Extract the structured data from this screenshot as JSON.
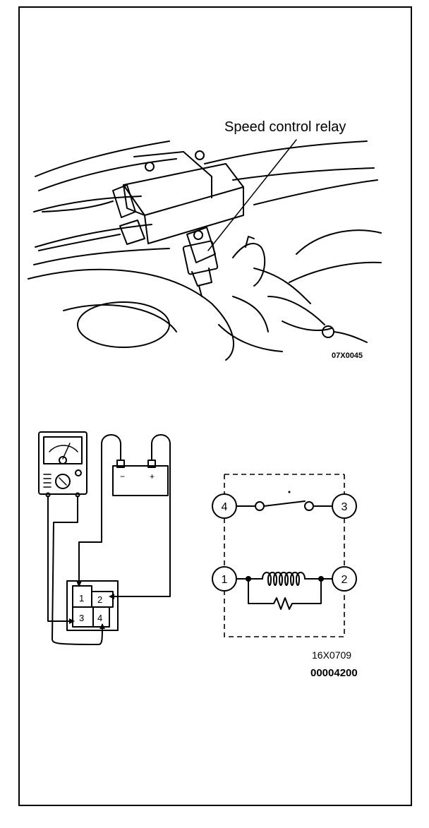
{
  "figure": {
    "callout_label": "Speed control relay",
    "top_code": "07X0045",
    "bottom_code": "16X0709",
    "doc_number": "00004200"
  },
  "connector": {
    "pins": [
      "1",
      "2",
      "3",
      "4"
    ]
  },
  "schematic": {
    "terminals": [
      "4",
      "3",
      "1",
      "2"
    ]
  },
  "meter": {
    "battery_minus": "−",
    "battery_plus": "+"
  }
}
